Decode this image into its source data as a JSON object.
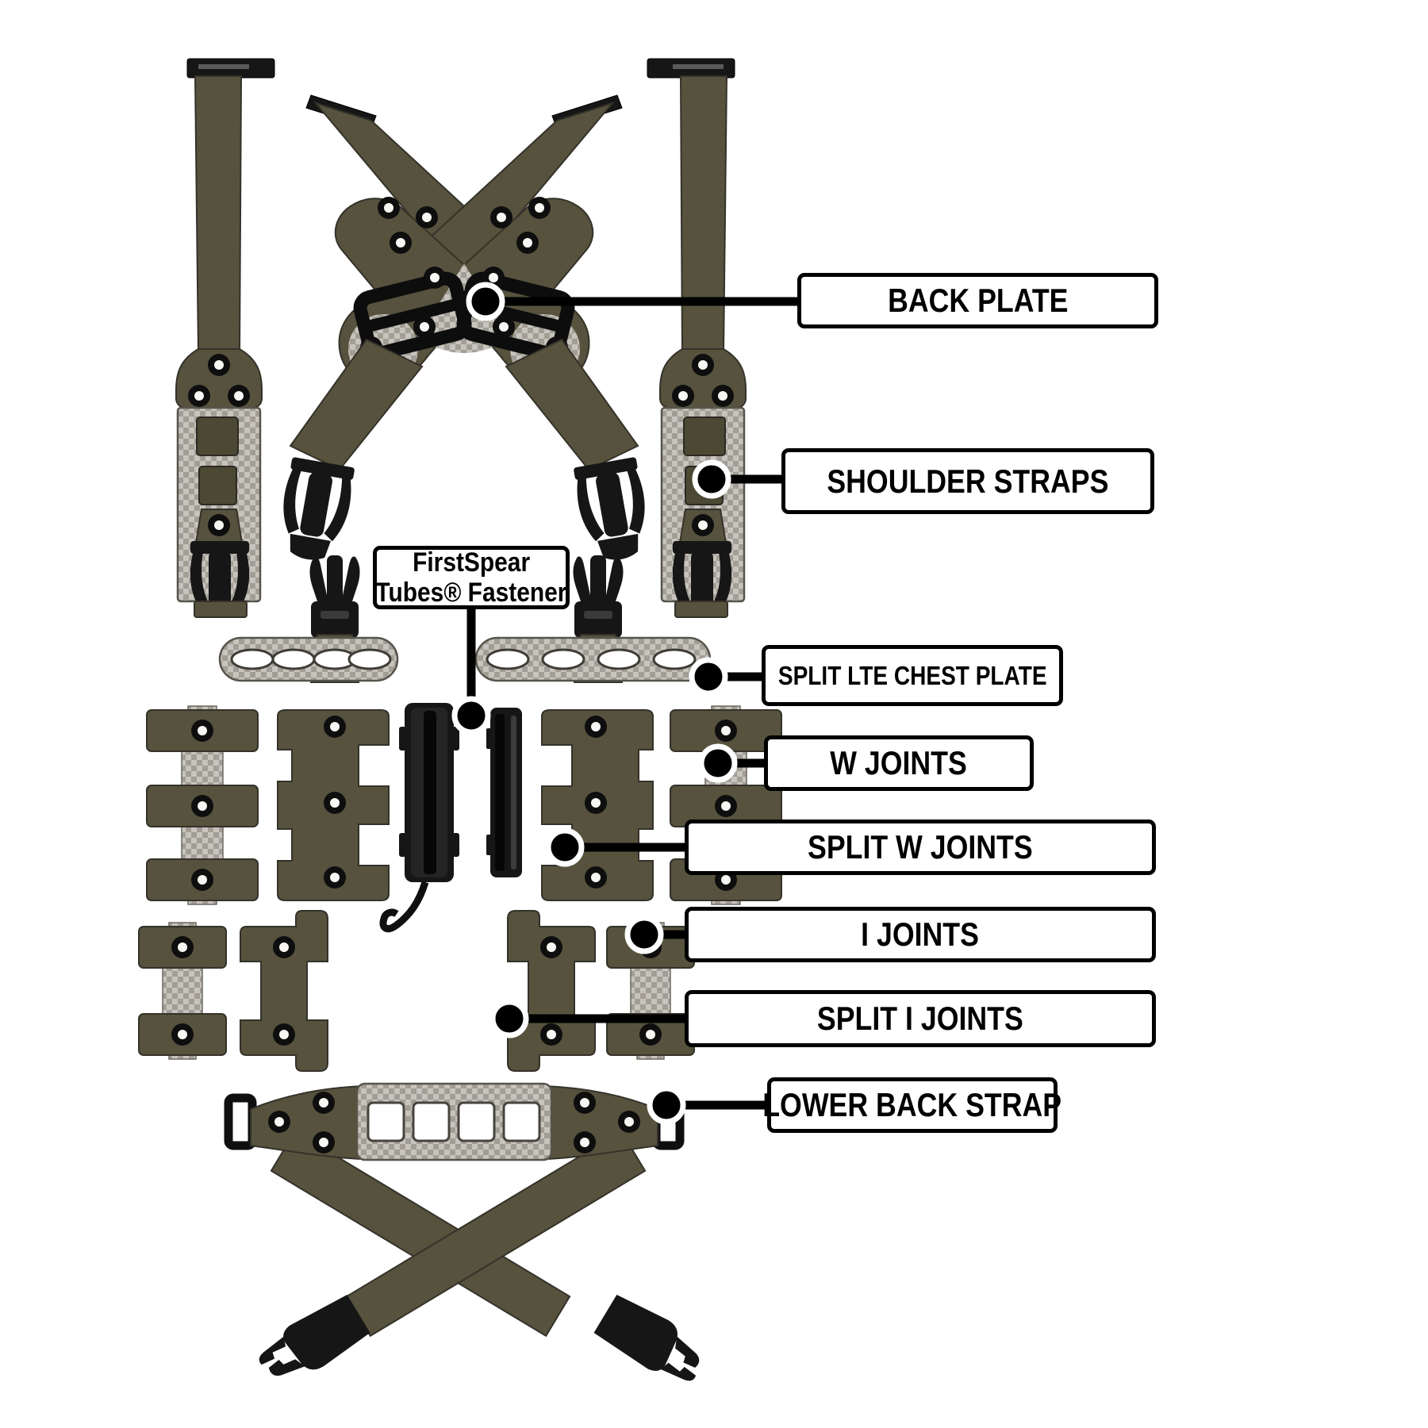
{
  "diagram": {
    "kind": "tactical harness parts diagram",
    "background": "#ffffff"
  },
  "callouts": {
    "back_plate": {
      "text": "BACK PLATE"
    },
    "shoulder_straps": {
      "text": "SHOULDER STRAPS"
    },
    "tubes_fastener": {
      "line1": "FirstSpear",
      "line2": "Tubes® Fastener"
    },
    "split_lte_chest_plate": {
      "text": "SPLIT LTE CHEST PLATE"
    },
    "w_joints": {
      "text": "W JOINTS"
    },
    "split_w_joints": {
      "text": "SPLIT W JOINTS"
    },
    "i_joints": {
      "text": "I JOINTS"
    },
    "split_i_joints": {
      "text": "SPLIT I JOINTS"
    },
    "lower_back_strap": {
      "text": "LOWER BACK STRAP"
    }
  },
  "colors": {
    "olive": "#56523d",
    "olive_dark": "#4b4834",
    "weave_light": "#c7c4bd",
    "weave_dark": "#a29e96",
    "hardware": "#161616",
    "line": "#000000",
    "callout_bg": "#ffffff",
    "callout_border": "#000000"
  }
}
